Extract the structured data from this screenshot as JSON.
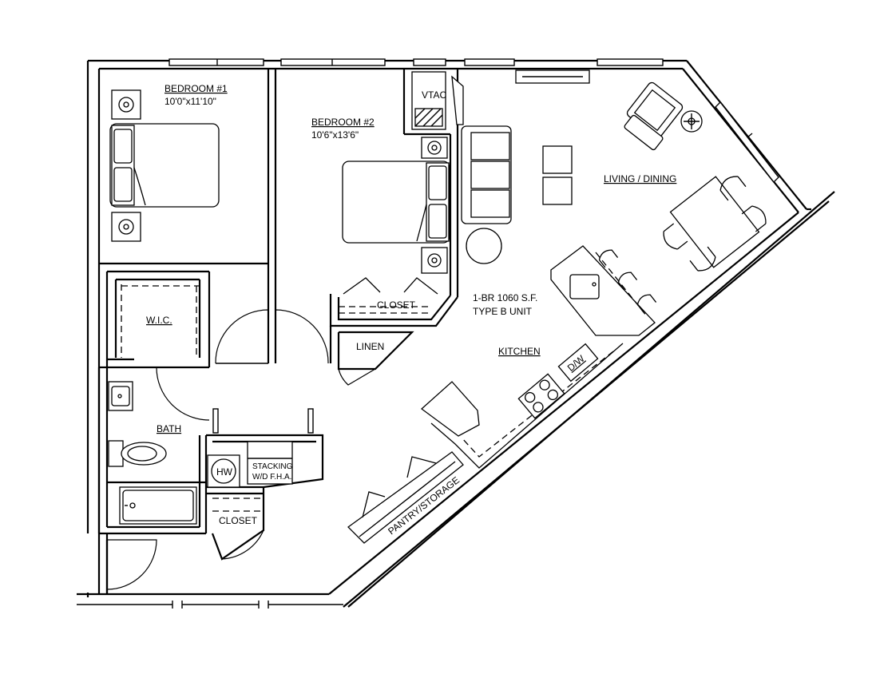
{
  "plan": {
    "unit_title": "1-BR 1060 S.F.",
    "unit_type": "TYPE B UNIT"
  },
  "rooms": {
    "bedroom1": {
      "name": "BEDROOM #1",
      "size": "10'0\"x11'10\""
    },
    "bedroom2": {
      "name": "BEDROOM #2",
      "size": "10'6\"x13'6\""
    },
    "living": {
      "name": "LIVING / DINING"
    },
    "kitchen": {
      "name": "KITCHEN"
    },
    "wic": {
      "name": "W.I.C."
    },
    "bath": {
      "name": "BATH"
    },
    "closet_bed2": {
      "name": "CLOSET"
    },
    "closet_entry": {
      "name": "CLOSET"
    },
    "linen": {
      "name": "LINEN"
    },
    "pantry": {
      "name": "PANTRY/STORAGE"
    }
  },
  "equipment": {
    "vtac": "VTAC",
    "dw": "D/W",
    "hw": "HW",
    "washer_line1": "STACKING",
    "washer_line2": "W/D F.H.A."
  }
}
